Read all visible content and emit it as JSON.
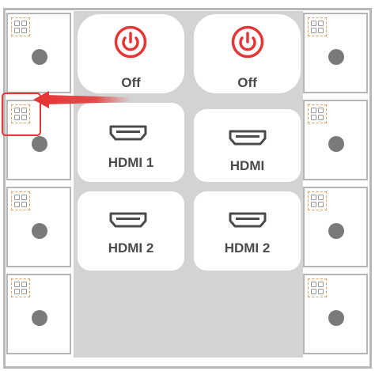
{
  "center": {
    "tiles": [
      {
        "label": "Off",
        "icon": "power-icon"
      },
      {
        "label": "Off",
        "icon": "power-icon"
      },
      {
        "label": "HDMI 1",
        "icon": "hdmi-icon"
      },
      {
        "label": "HDMI",
        "icon": "hdmi-icon"
      },
      {
        "label": "HDMI 2",
        "icon": "hdmi-icon"
      },
      {
        "label": "HDMI 2",
        "icon": "hdmi-icon"
      }
    ]
  },
  "side_buttons": {
    "left_count": 4,
    "right_count": 4,
    "icon": "grid-icon"
  },
  "annotation": {
    "highlighted": "left-side-button-2-grid-icon",
    "arrow": "arrow-icon"
  },
  "colors": {
    "accent_red": "#e53535",
    "grid_icon_border": "#ee9a55",
    "tile_bg": "#ffffff",
    "panel_bg": "#d3d3d3",
    "dot": "#7a7a7a",
    "text": "#4a4a4a"
  }
}
